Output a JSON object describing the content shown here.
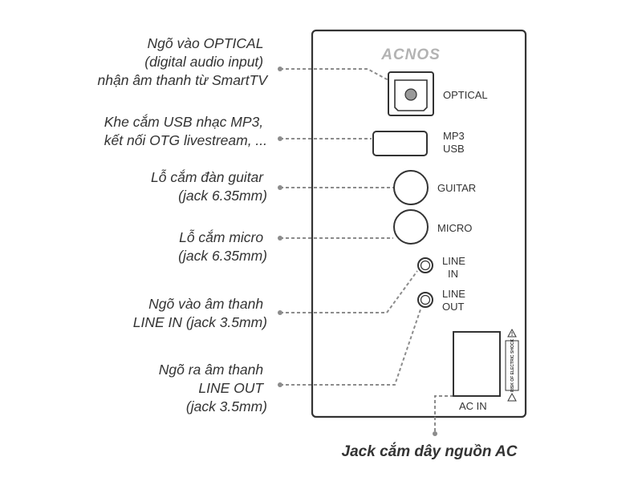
{
  "brand": "ACNOS",
  "colors": {
    "panel_border": "#333333",
    "leader": "#8c8c8c",
    "text": "#333333",
    "brand": "#b3b3b3"
  },
  "callouts": [
    {
      "id": "optical",
      "lines": [
        "Ngõ vào OPTICAL",
        "(digital audio input)",
        "nhận âm thanh từ SmartTV"
      ]
    },
    {
      "id": "usb",
      "lines": [
        "Khe cắm USB nhạc MP3,",
        "kết nối OTG livestream, ..."
      ]
    },
    {
      "id": "guitar",
      "lines": [
        "Lỗ cắm đàn guitar",
        "(jack 6.35mm)"
      ]
    },
    {
      "id": "micro",
      "lines": [
        "Lỗ cắm micro",
        "(jack 6.35mm)"
      ]
    },
    {
      "id": "line_in",
      "lines": [
        "Ngõ vào âm thanh",
        "LINE IN (jack 3.5mm)"
      ]
    },
    {
      "id": "line_out",
      "lines": [
        "Ngõ ra âm thanh",
        "LINE OUT",
        "(jack 3.5mm)"
      ]
    }
  ],
  "ports": {
    "optical": {
      "lines": [
        "OPTICAL"
      ],
      "icon": "optical-port-icon"
    },
    "usb": {
      "lines": [
        "MP3",
        "USB"
      ],
      "icon": "usb-port-icon"
    },
    "guitar": {
      "lines": [
        "GUITAR"
      ],
      "icon": "jack-6-35-icon"
    },
    "micro": {
      "lines": [
        "MICRO"
      ],
      "icon": "jack-6-35-icon"
    },
    "line_in": {
      "lines": [
        "LINE",
        "IN"
      ],
      "icon": "jack-3-5-icon"
    },
    "line_out": {
      "lines": [
        "LINE",
        "OUT"
      ],
      "icon": "jack-3-5-icon"
    },
    "ac_in": {
      "lines": [
        "AC IN"
      ],
      "icon": "ac-socket-icon"
    }
  },
  "warning": "RISK OF ELECTRIC SHOCK",
  "caption": "Jack cắm dây nguồn AC"
}
